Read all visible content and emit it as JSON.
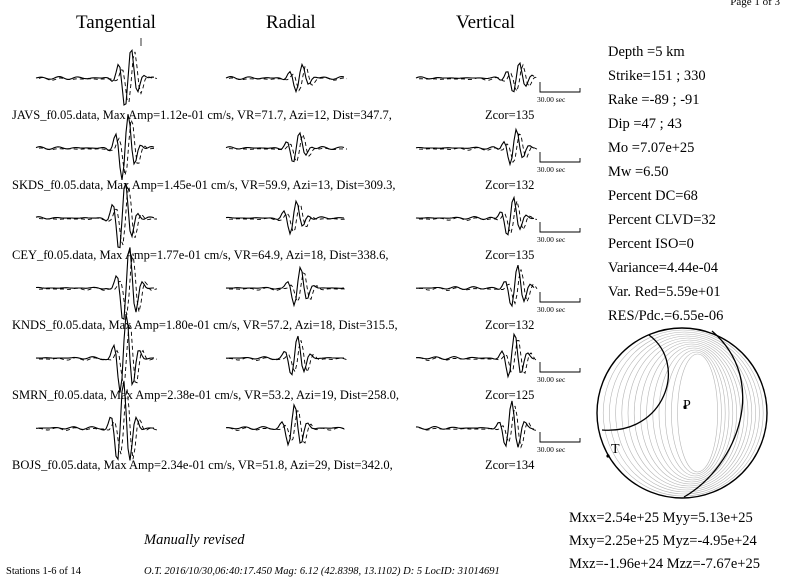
{
  "page": "Page 1 of 3",
  "columns": [
    "Tangential",
    "Radial",
    "Vertical"
  ],
  "scale_label": "30.00 sec",
  "stations": [
    {
      "caption": "JAVS_f0.05.data,  Max Amp=1.12e-01 cm/s,  VR=71.7, Azi=12, Dist=347.7,",
      "zcor": "Zcor=135"
    },
    {
      "caption": "SKDS_f0.05.data,  Max Amp=1.45e-01 cm/s,  VR=59.9, Azi=13, Dist=309.3,",
      "zcor": "Zcor=132"
    },
    {
      "caption": "CEY_f0.05.data,  Max Amp=1.77e-01 cm/s,   VR=64.9, Azi=18, Dist=338.6,",
      "zcor": "Zcor=135"
    },
    {
      "caption": "KNDS_f0.05.data,  Max Amp=1.80e-01 cm/s,  VR=57.2, Azi=18, Dist=315.5,",
      "zcor": "Zcor=132"
    },
    {
      "caption": "SMRN_f0.05.data,  Max Amp=2.38e-01 cm/s,  VR=53.2, Azi=19, Dist=258.0,",
      "zcor": "Zcor=125"
    },
    {
      "caption": "BOJS_f0.05.data,  Max Amp=2.34e-01 cm/s,  VR=51.8, Azi=29, Dist=342.0,",
      "zcor": "Zcor=134"
    }
  ],
  "parameters": [
    "Depth =5 km",
    "Strike=151 ; 330",
    "Rake  =-89 ; -91",
    "Dip   =47 ; 43",
    "Mo    =7.07e+25",
    "Mw    =6.50",
    "Percent DC=68",
    "Percent CLVD=32",
    "Percent ISO=0",
    "Variance=4.44e-04",
    "Var. Red=5.59e+01",
    "RES/Pdc.=6.55e-06"
  ],
  "beachball": {
    "p_label": "P",
    "t_label": "T"
  },
  "moment_tensor": [
    "Mxx=2.54e+25 Myy=5.13e+25",
    "Mxy=2.25e+25 Myz=-4.95e+24",
    "Mxz=-1.96e+24 Mzz=-7.67e+25"
  ],
  "note": "Manually revised",
  "footer": {
    "stations": "Stations 1-6 of 14",
    "origin": "O.T. 2016/10/30,06:40:17.450  Mag: 6.12  (42.8398, 13.1102)  D: 5  LocID: 31014691"
  }
}
